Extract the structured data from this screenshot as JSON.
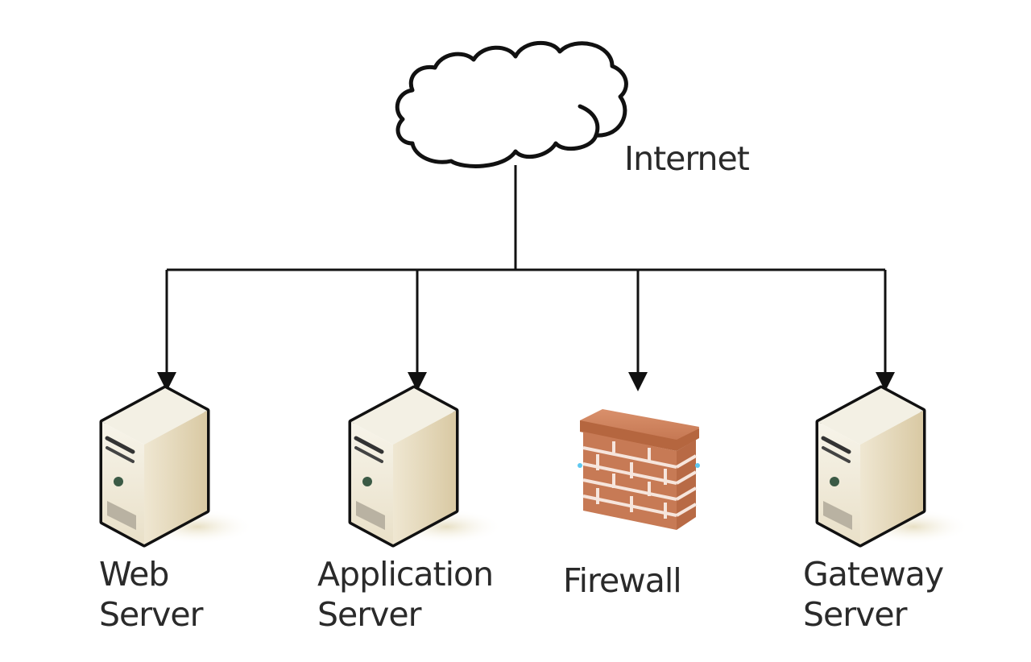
{
  "diagram": {
    "title": "Network topology",
    "colors": {
      "line": "#111111",
      "server_body": "#f3eee0",
      "server_side": "#e3d7b8",
      "brick": "#c77a55",
      "mortar": "#f6e5dc",
      "label_text": "#2a2a2a"
    },
    "root": {
      "id": "internet",
      "label": "Internet",
      "icon": "cloud-icon"
    },
    "nodes": [
      {
        "id": "web-server",
        "label_lines": [
          "Web",
          "Server"
        ],
        "icon": "server-icon"
      },
      {
        "id": "application-server",
        "label_lines": [
          "Application",
          "Server"
        ],
        "icon": "server-icon"
      },
      {
        "id": "firewall",
        "label_lines": [
          "Firewall"
        ],
        "icon": "firewall-icon"
      },
      {
        "id": "gateway-server",
        "label_lines": [
          "Gateway",
          "Server"
        ],
        "icon": "server-icon"
      }
    ],
    "edges": [
      {
        "from": "internet",
        "to": "web-server",
        "directed": true
      },
      {
        "from": "internet",
        "to": "application-server",
        "directed": true
      },
      {
        "from": "internet",
        "to": "firewall",
        "directed": true
      },
      {
        "from": "internet",
        "to": "gateway-server",
        "directed": true
      }
    ]
  }
}
